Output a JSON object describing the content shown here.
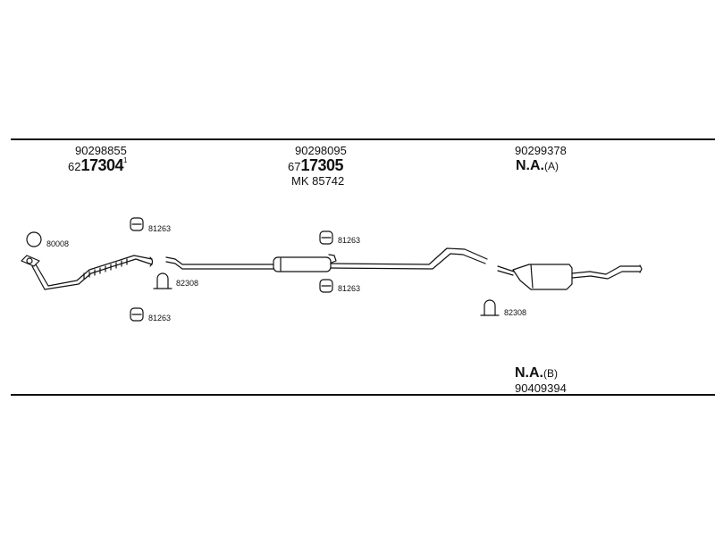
{
  "groups": [
    {
      "part_no": "90298855",
      "ref_prefix": "62",
      "ref_main": "17304",
      "ref_suffix": "1"
    },
    {
      "part_no": "90298095",
      "ref_prefix": "67",
      "ref_main": "17305",
      "extra": "MK 85742"
    },
    {
      "part_no": "90299378",
      "na_label": "N.A.",
      "na_variant": "(A)"
    }
  ],
  "bottom_note": {
    "na_label": "N.A.",
    "na_variant": "(B)",
    "part_no": "90409394"
  },
  "parts": {
    "gasket": "80008",
    "hanger_1": "81263",
    "hanger_2": "81263",
    "hanger_3": "81263",
    "hanger_4": "81263",
    "clamp_1": "82308",
    "clamp_2": "82308"
  },
  "colors": {
    "ink": "#111111",
    "background": "#ffffff"
  }
}
